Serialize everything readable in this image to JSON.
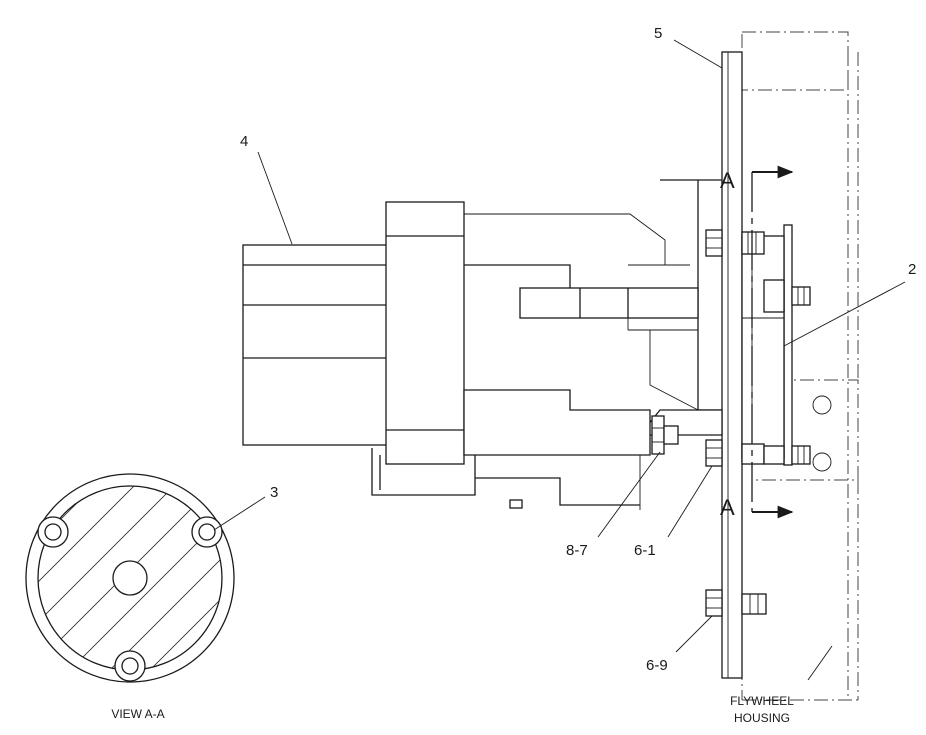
{
  "callouts": {
    "c2": "2",
    "c3": "3",
    "c4": "4",
    "c5": "5",
    "c6_1": "6-1",
    "c6_9": "6-9",
    "c8_7": "8-7"
  },
  "section": {
    "top": "A",
    "bottom": "A"
  },
  "labels": {
    "view": "VIEW A-A",
    "flywheel_line1": "FLYWHEEL",
    "flywheel_line2": "HOUSING"
  }
}
